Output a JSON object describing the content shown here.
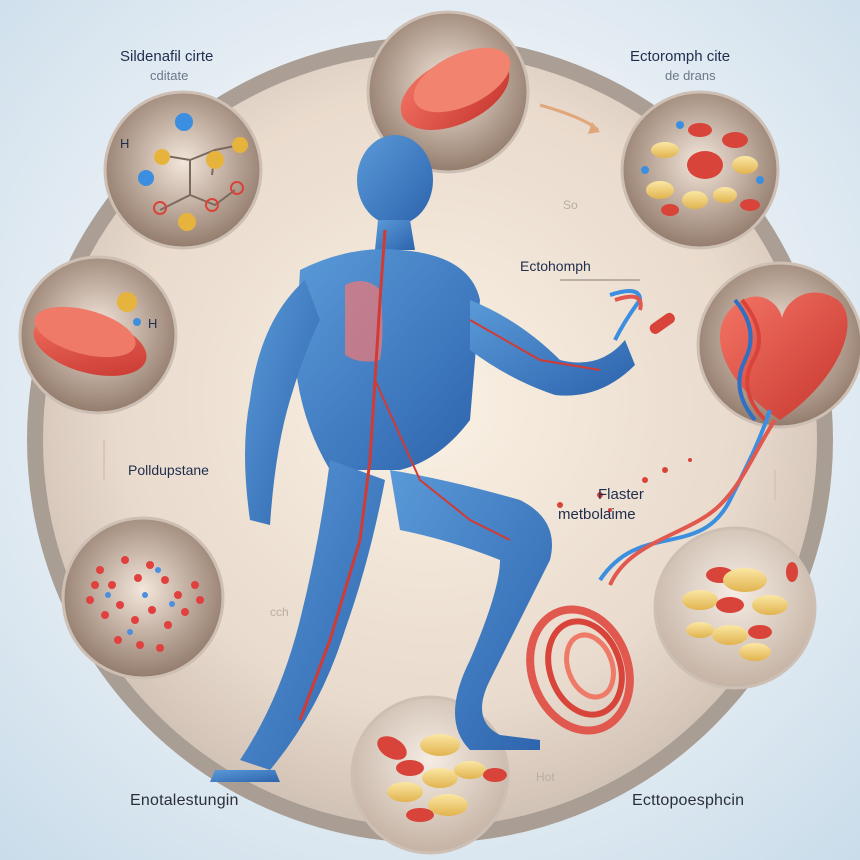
{
  "labels": {
    "top_left_line1": "Sildenafil cirte",
    "top_left_line2": "cditate",
    "top_right_line1": "Ectoromph cite",
    "top_right_line2": "de drans",
    "middle_right": "Ectohomph",
    "left_middle": "Polldupstane",
    "right_middle_line1": "Flaster",
    "right_middle_line2": "metbolaime",
    "bottom_left": "Enotalestungin",
    "bottom_right": "Ecttopoesphcin",
    "faint_so": "So",
    "faint_cch": "cch",
    "faint_hot": "Hot",
    "molecule_h1": "H",
    "molecule_h2": "H"
  },
  "icons": [
    "molecule-icon",
    "tablet-icon",
    "pills-mixture-icon",
    "heart-icon",
    "granules-icon",
    "tablets-pile-icon",
    "human-figure-icon"
  ]
}
